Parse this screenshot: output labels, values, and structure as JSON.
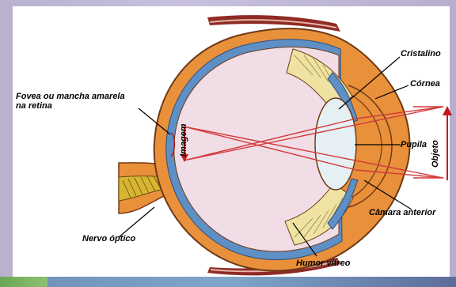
{
  "labels": {
    "fovea_line1": "Fovea ou mancha amarela",
    "fovea_line2": "na retina",
    "imagem": "Imagem",
    "cristalino": "Cristalino",
    "cornea": "Córnea",
    "pupila": "Pupila",
    "objeto": "Objeto",
    "camara_anterior": "Câmara anterior",
    "nervo_optico": "Nervo óptico",
    "humor_vitreo": "Humor vítreo"
  },
  "colors": {
    "sclera": "#e9903b",
    "eyeball_fill": "#f1dde6",
    "retina_blue": "#5e8fc5",
    "ciliary_yellow": "#efe3a3",
    "ray_red": "#d23a3a",
    "arrow_red": "#c8161d",
    "muscle": "#8e2b24",
    "nerve_yellow": "#d6b531"
  }
}
